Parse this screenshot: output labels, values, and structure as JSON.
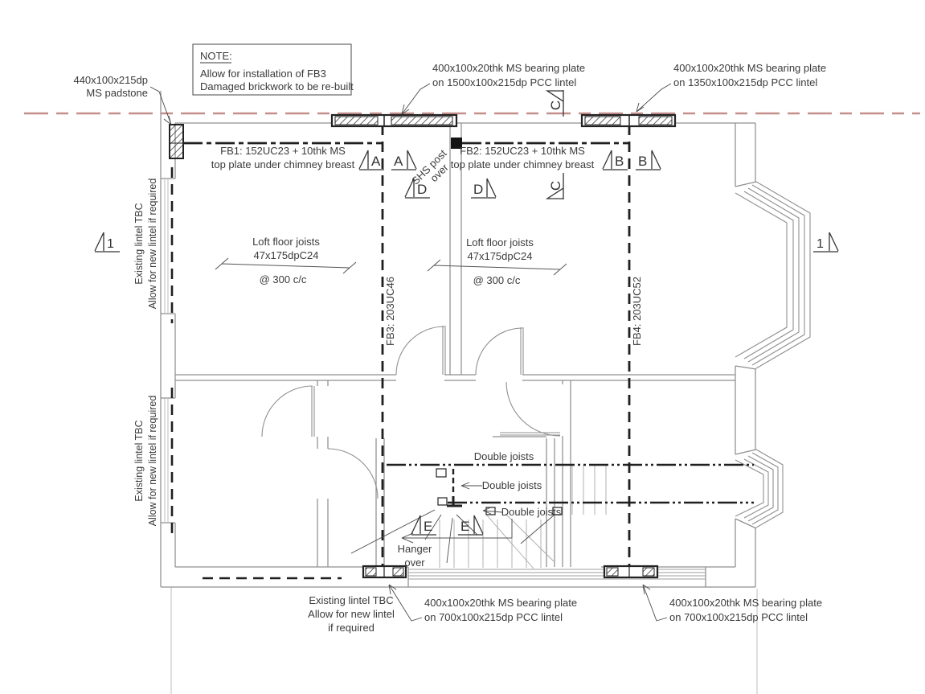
{
  "colors": {
    "wall_gray": "#8f8f8f",
    "glazing_gray": "#b5b5b5",
    "beam_black": "#1f1f1f",
    "datum_red": "#c5908c",
    "text_dark": "#3a3a3a",
    "offpage_gray": "#bdbdbd"
  },
  "note": {
    "title": "NOTE:",
    "line1": "Allow for installation of FB3",
    "line2": "Damaged brickwork to be re-built"
  },
  "labels": {
    "padstone1": "440x100x215dp",
    "padstone2": "MS padstone",
    "plate_tc1": "400x100x20thk MS bearing plate",
    "plate_tc2": "on 1500x100x215dp PCC lintel",
    "plate_tr1": "400x100x20thk MS bearing plate",
    "plate_tr2": "on 1350x100x215dp PCC lintel",
    "plate_bl1": "400x100x20thk MS bearing plate",
    "plate_bl2": "on 700x100x215dp PCC lintel",
    "plate_br1": "400x100x20thk MS bearing plate",
    "plate_br2": "on 700x100x215dp PCC lintel",
    "fb1_1": "FB1: 152UC23 + 10thk MS",
    "fb1_2": "top plate under chimney breast",
    "fb2_1": "FB2: 152UC23 + 10thk MS",
    "fb2_2": "top plate under chimney breast",
    "fb3": "FB3: 203UC46",
    "fb4": "FB4: 203UC52",
    "shs1": "SHS post",
    "shs2": "over",
    "loft1": "Loft floor joists",
    "loft2": "47x175dpC24",
    "loft3": "@ 300 c/c",
    "lintel_left1": "Existing lintel TBC",
    "lintel_left2": "Allow for new lintel if required",
    "lintel_bot1": "Existing lintel TBC",
    "lintel_bot2": "Allow for new lintel",
    "lintel_bot3": "if required",
    "double_joists": "Double joists",
    "hanger1": "Hanger",
    "hanger2": "over",
    "sec_a": "A",
    "sec_b": "B",
    "sec_c": "C",
    "sec_d": "D",
    "sec_e": "E",
    "sec_1": "1"
  }
}
